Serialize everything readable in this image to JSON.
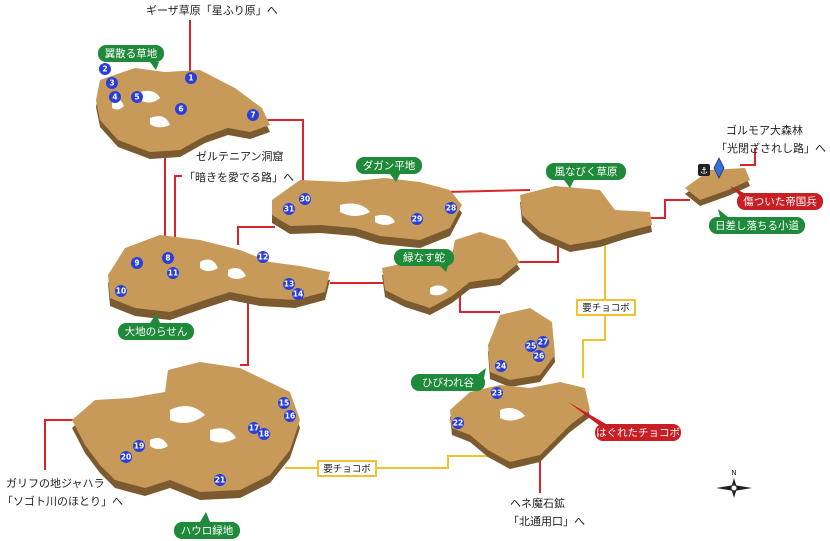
{
  "colors": {
    "land_top": "#c89a5a",
    "land_side": "#7a5a2e",
    "route_red": "#d6252b",
    "route_yellow": "#f2c12e",
    "label_green": "#1f8a3a",
    "label_red": "#c81e24",
    "pin_blue": "#2a3fd6"
  },
  "exits": {
    "north": "ギーザ草原「星ふり原」へ",
    "cave_line1": "ゼルテニアン洞窟",
    "cave_line2": "「暗きを愛でる路」へ",
    "forest_line1": "ゴルモア大森林",
    "forest_line2": "「光閉ざされし路」へ",
    "west_line1": "ガリフの地ジャハラ",
    "west_line2": "「ソゴト川のほとり」へ",
    "south_line1": "ヘネ魔石鉱",
    "south_line2": "「北通用口」へ"
  },
  "areas": {
    "tsubasa": "翼散る草地",
    "dagan": "ダガン平地",
    "kazenabiku": "風なびく草原",
    "hizashi": "日差し落ちる小道",
    "midori": "緑なす蛇",
    "daichi": "大地のらせん",
    "hibiware": "ひびわれ谷",
    "hauro": "ハウロ緑地"
  },
  "enemies": {
    "imperial": "傷ついた帝国兵",
    "chocobo": "はぐれたチョコボ"
  },
  "chocobo_notes": {
    "east": "要チョコボ",
    "south": "要チョコボ"
  },
  "markers": [
    "1",
    "2",
    "3",
    "4",
    "5",
    "6",
    "7",
    "8",
    "9",
    "10",
    "11",
    "12",
    "13",
    "14",
    "15",
    "16",
    "17",
    "18",
    "19",
    "20",
    "21",
    "22",
    "23",
    "24",
    "25",
    "26",
    "27",
    "28",
    "29",
    "30",
    "31"
  ],
  "icons": {
    "moogle": "anchor-icon",
    "save_crystal": "crystal-icon",
    "compass": "compass-icon"
  },
  "compass_label": "N"
}
